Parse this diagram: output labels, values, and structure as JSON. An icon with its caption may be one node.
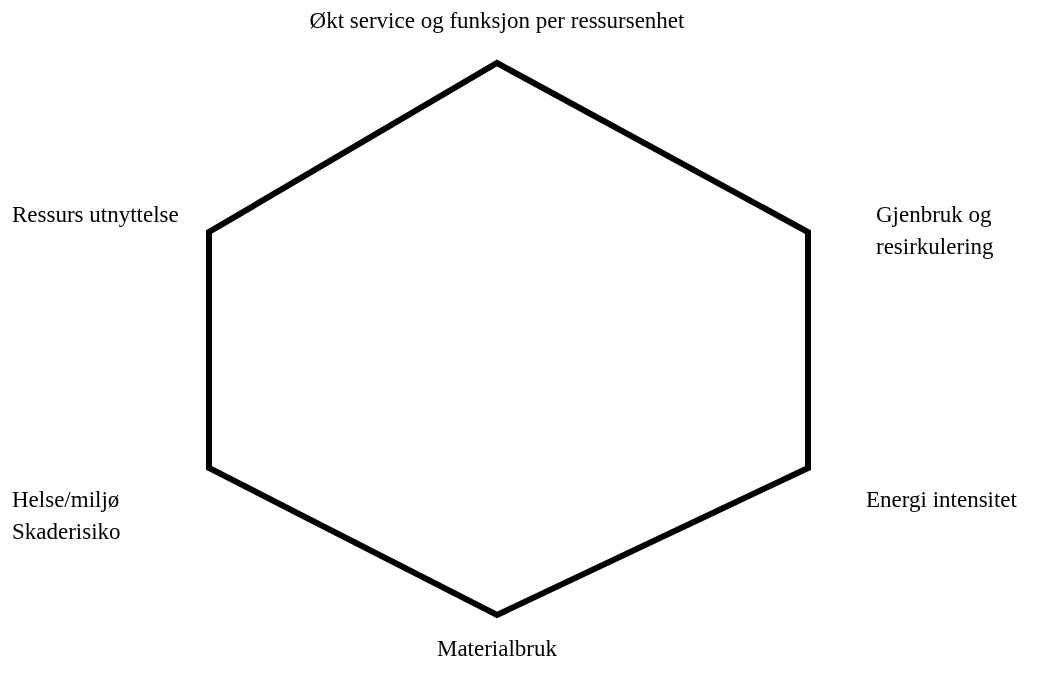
{
  "diagram": {
    "labels": [
      "Økt service og funksjon per ressursenhet",
      "Ressurs utnyttelse",
      "Gjenbruk og resirkulering",
      "Helse/miljø Skaderisiko",
      "Energi intensitet",
      "Materialbruk"
    ]
  }
}
